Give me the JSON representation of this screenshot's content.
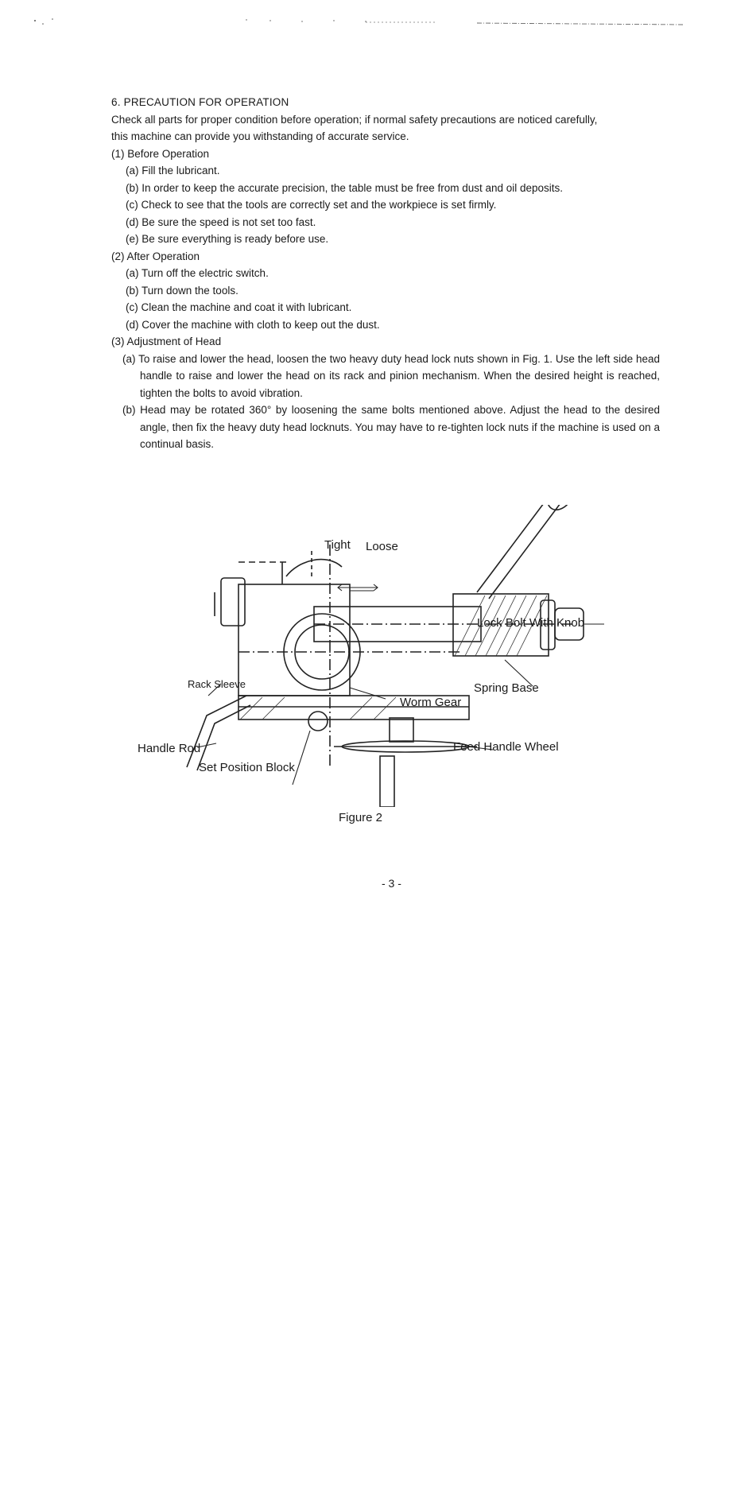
{
  "section": {
    "heading": "6. PRECAUTION FOR OPERATION",
    "intro_line1": "Check all parts for proper condition before operation; if normal safety precautions are noticed carefully,",
    "intro_line2": "this machine can provide you withstanding of accurate service.",
    "before": {
      "title": "(1) Before Operation",
      "items": [
        "(a) Fill the lubricant.",
        "(b) In order to keep the accurate precision, the table must be free from dust and oil deposits.",
        "(c) Check to see that the tools are correctly set and the workpiece  is set firmly.",
        "(d) Be sure the speed is not set too fast.",
        "(e) Be sure everything is ready before use."
      ]
    },
    "after": {
      "title": "(2) After Operation",
      "items": [
        "(a) Turn off the electric switch.",
        "(b) Turn down the tools.",
        "(c) Clean the machine and coat it with lubricant.",
        "(d) Cover the machine with cloth to keep out the dust."
      ]
    },
    "adjust": {
      "title": "(3) Adjustment of Head",
      "items": [
        "(a) To raise and lower the head, loosen the two heavy duty head lock nuts shown in Fig. 1.  Use  the left side head handle to raise and lower the head on its rack and pinion mechanism. When the desired height is reached, tighten the bolts to avoid vibration.",
        "(b) Head may be rotated 360°  by loosening the same bolts mentioned above. Adjust the head to the desired angle, then fix the heavy duty head locknuts. You may have to re-tighten lock nuts if the machine is used on a continual basis."
      ]
    }
  },
  "figure": {
    "labels": {
      "tight": "Tight",
      "loose": "Loose",
      "lock_bolt": "Lock Bolt With Knob",
      "rack_sleeve": "Rack  Sleeve",
      "spring_base": "Spring Base",
      "worm_gear": "Worm Gear",
      "handle_rod": "Handle Rod",
      "feed_handle_wheel": "Feed Handle Wheel",
      "set_position_block": "Set Position Block"
    },
    "caption": "Figure 2"
  },
  "page_number": "- 3 -"
}
